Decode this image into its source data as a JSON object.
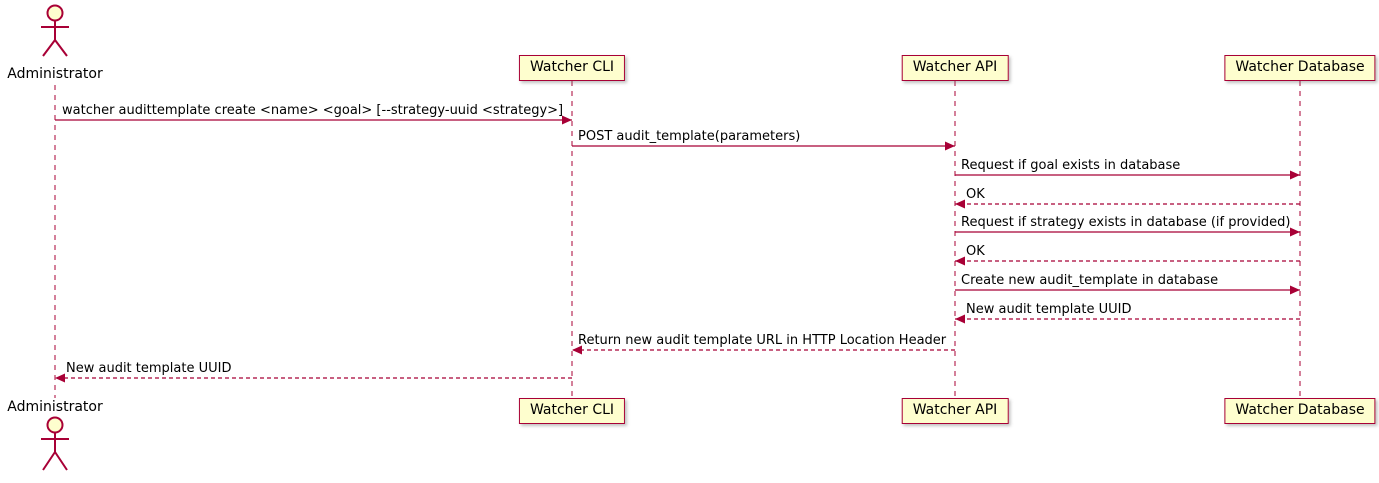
{
  "diagram": {
    "type": "sequence",
    "actor": {
      "name": "Administrator"
    },
    "participants": [
      {
        "label": "Watcher CLI"
      },
      {
        "label": "Watcher API"
      },
      {
        "label": "Watcher Database"
      }
    ],
    "messages": [
      {
        "from": "Administrator",
        "to": "Watcher CLI",
        "label": "watcher audittemplate create <name> <goal> [--strategy-uuid <strategy>]",
        "style": "solid"
      },
      {
        "from": "Watcher CLI",
        "to": "Watcher API",
        "label": "POST audit_template(parameters)",
        "style": "solid"
      },
      {
        "from": "Watcher API",
        "to": "Watcher Database",
        "label": "Request if goal exists in database",
        "style": "solid"
      },
      {
        "from": "Watcher Database",
        "to": "Watcher API",
        "label": "OK",
        "style": "dashed"
      },
      {
        "from": "Watcher API",
        "to": "Watcher Database",
        "label": "Request if strategy exists in database (if provided)",
        "style": "solid"
      },
      {
        "from": "Watcher Database",
        "to": "Watcher API",
        "label": "OK",
        "style": "dashed"
      },
      {
        "from": "Watcher API",
        "to": "Watcher Database",
        "label": "Create new audit_template in database",
        "style": "solid"
      },
      {
        "from": "Watcher Database",
        "to": "Watcher API",
        "label": "New audit template UUID",
        "style": "dashed"
      },
      {
        "from": "Watcher API",
        "to": "Watcher CLI",
        "label": "Return new audit template URL in HTTP Location Header",
        "style": "dashed"
      },
      {
        "from": "Watcher CLI",
        "to": "Administrator",
        "label": "New audit template UUID",
        "style": "dashed"
      }
    ],
    "colors": {
      "participant_fill": "#FEFECE",
      "line": "#A80036",
      "text": "#000000",
      "background": "#FFFFFF"
    }
  }
}
